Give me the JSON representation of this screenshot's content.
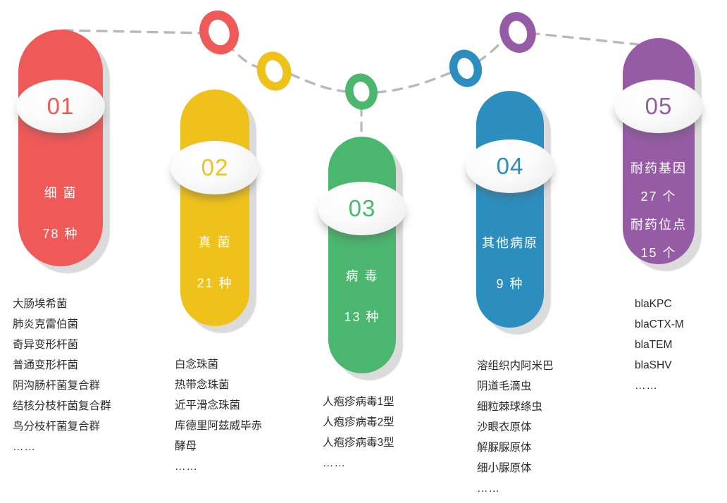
{
  "colors": {
    "red": "#EF5A58",
    "yellow": "#EFC21B",
    "green": "#4BB66E",
    "blue": "#2B8EBF",
    "purple": "#965BA5",
    "dash": "#b9b9b9",
    "shadow": "#cfcfcf",
    "text": "#2b2b2b"
  },
  "columns": [
    {
      "number": "01",
      "color_key": "red",
      "icon": "ring-marker-red",
      "title": "细 菌",
      "count": "78 种",
      "body_lines": [
        "细 菌",
        "78 种"
      ],
      "items": [
        "大肠埃希菌",
        "肺炎克雷伯菌",
        "奇异变形杆菌",
        "普通变形杆菌",
        "阴沟肠杆菌复合群",
        "结核分枝杆菌复合群",
        "鸟分枝杆菌复合群",
        "……"
      ]
    },
    {
      "number": "02",
      "color_key": "yellow",
      "icon": "ring-marker-yellow",
      "title": "真 菌",
      "count": "21 种",
      "body_lines": [
        "真 菌",
        "21 种"
      ],
      "items": [
        "白念珠菌",
        "热带念珠菌",
        "近平滑念珠菌",
        "库德里阿兹威毕赤",
        "酵母",
        "……"
      ]
    },
    {
      "number": "03",
      "color_key": "green",
      "icon": "ring-marker-green",
      "title": "病 毒",
      "count": "13 种",
      "body_lines": [
        "病 毒",
        "13 种"
      ],
      "items": [
        "人疱疹病毒1型",
        "人疱疹病毒2型",
        "人疱疹病毒3型",
        "……"
      ]
    },
    {
      "number": "04",
      "color_key": "blue",
      "icon": "ring-marker-blue",
      "title": "其他病原",
      "count": "9 种",
      "body_lines": [
        "其他病原",
        "9 种"
      ],
      "items": [
        "溶组织内阿米巴",
        "阴道毛滴虫",
        "细粒棘球绦虫",
        "沙眼衣原体",
        "解脲脲原体",
        "细小脲原体",
        "……"
      ]
    },
    {
      "number": "05",
      "color_key": "purple",
      "icon": "ring-marker-purple",
      "title": "耐药基因",
      "count": "27 个",
      "body_lines": [
        "耐药基因",
        "27 个",
        "耐药位点",
        "15 个"
      ],
      "items": [
        "blaKPC",
        "blaCTX-M",
        "blaTEM",
        "blaSHV",
        "……"
      ]
    }
  ]
}
